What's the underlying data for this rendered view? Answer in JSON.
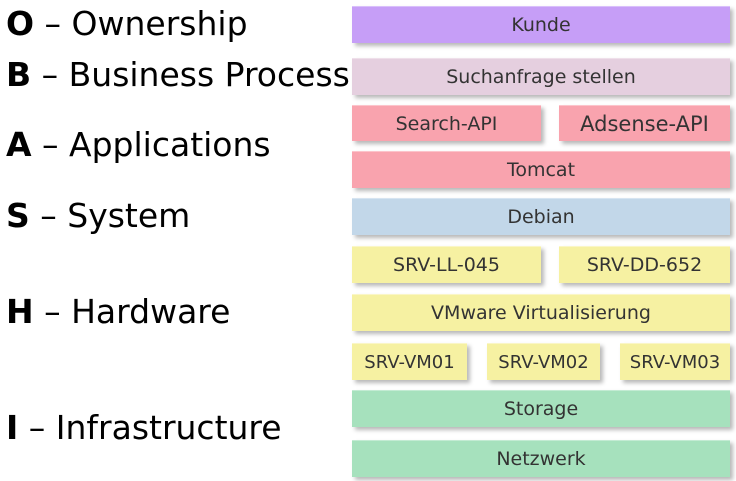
{
  "layers": [
    {
      "letter": "O",
      "rest": " – Ownership"
    },
    {
      "letter": "B",
      "rest": " – Business Process"
    },
    {
      "letter": "A",
      "rest": " – Applications"
    },
    {
      "letter": "S",
      "rest": " – System"
    },
    {
      "letter": "H",
      "rest": " – Hardware"
    },
    {
      "letter": "I",
      "rest": " – Infrastructure"
    }
  ],
  "boxes": {
    "kunde": "Kunde",
    "suchanfrage": "Suchanfrage stellen",
    "search_api": "Search-API",
    "adsense_api": "Adsense-API",
    "tomcat": "Tomcat",
    "debian": "Debian",
    "srv_ll_045": "SRV-LL-045",
    "srv_dd_652": "SRV-DD-652",
    "vmware": "VMware Virtualisierung",
    "srv_vm01": "SRV-VM01",
    "srv_vm02": "SRV-VM02",
    "srv_vm03": "SRV-VM03",
    "storage": "Storage",
    "netzwerk": "Netzwerk"
  }
}
